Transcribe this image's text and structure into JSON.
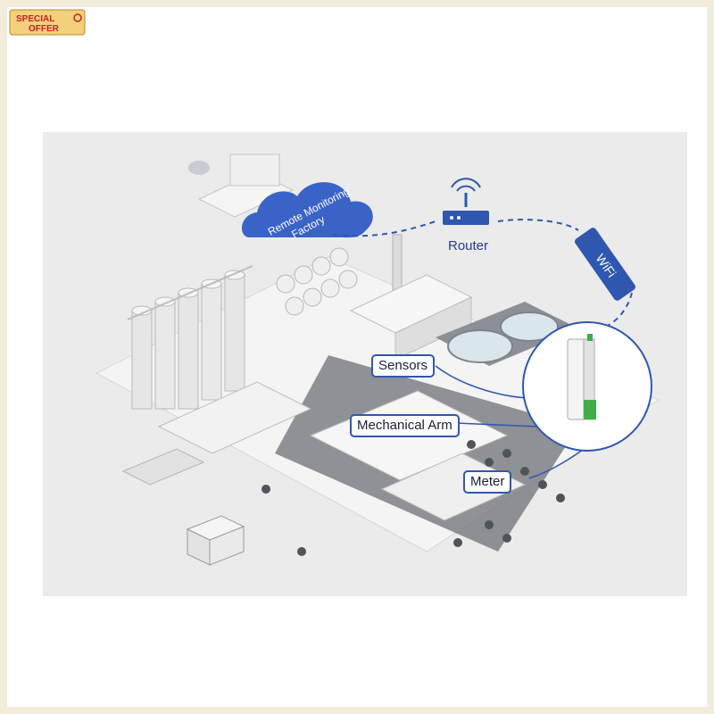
{
  "badge": {
    "line1": "SPECIAL",
    "line2": "OFFER"
  },
  "cloud": {
    "line1": "Remote Monitoring",
    "line2": "Factory"
  },
  "router": {
    "label": "Router"
  },
  "wifi": {
    "label": "WiFi"
  },
  "callouts": {
    "sensors": "Sensors",
    "mechanical_arm": "Mechanical Arm",
    "meter": "Meter"
  },
  "colors": {
    "brand_blue": "#2f57b0",
    "cloud_blue": "#3a63c8",
    "device_green": "#3fae4a",
    "badge_gold": "#f3d07a",
    "badge_red": "#c8202a"
  }
}
